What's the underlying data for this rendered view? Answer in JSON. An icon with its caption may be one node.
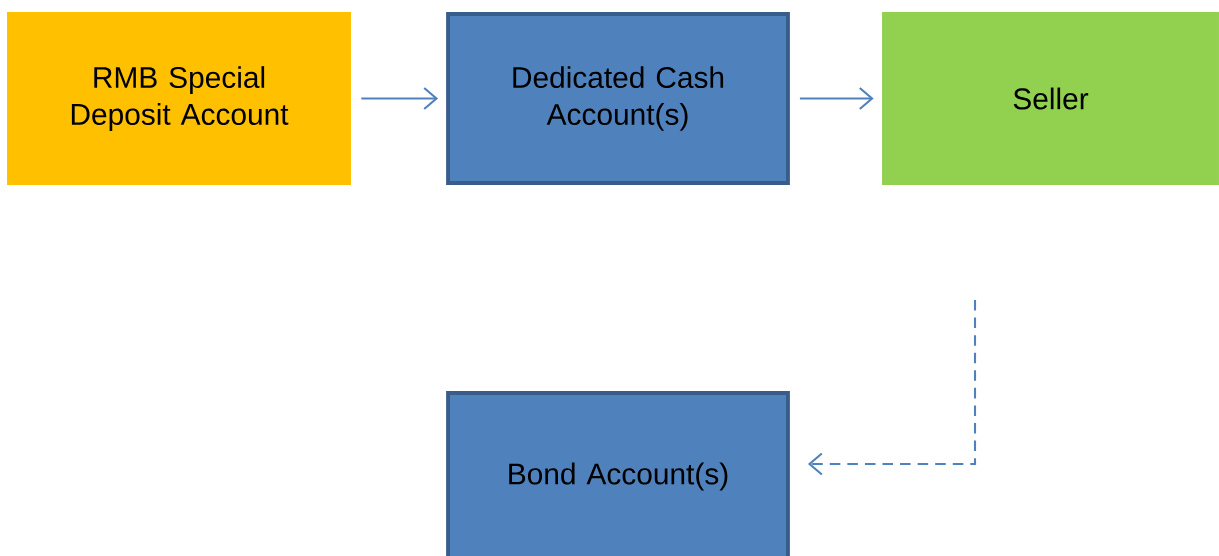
{
  "diagram": {
    "nodes": [
      {
        "text": [
          "RMB Special Deposit Account"
        ]
      },
      {
        "text": [
          "Dedicated Cash Account(s)"
        ]
      },
      {
        "text": [
          "Seller"
        ]
      },
      {
        "text": [
          "Bond Account(s)"
        ]
      }
    ],
    "edges": [
      {
        "from": 0,
        "to": 1,
        "arrow": "to"
      },
      {
        "from": 1,
        "to": 2,
        "arrow": "to"
      },
      {
        "from": null,
        "to": 3,
        "arrow": "to",
        "style": "dashed"
      }
    ]
  }
}
